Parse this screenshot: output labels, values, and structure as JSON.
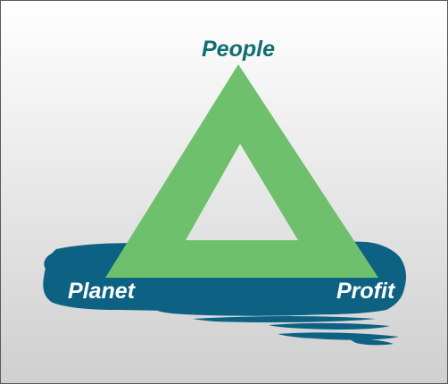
{
  "diagram": {
    "labels": {
      "top": "People",
      "left": "Planet",
      "right": "Profit"
    },
    "colors": {
      "triangle": "#6ec06c",
      "brush_stroke": "#0d6183",
      "top_label": "#0f6e72",
      "bottom_labels": "#ffffff",
      "background_top": "#ffffff",
      "background_bottom": "#cfcfcf"
    }
  }
}
